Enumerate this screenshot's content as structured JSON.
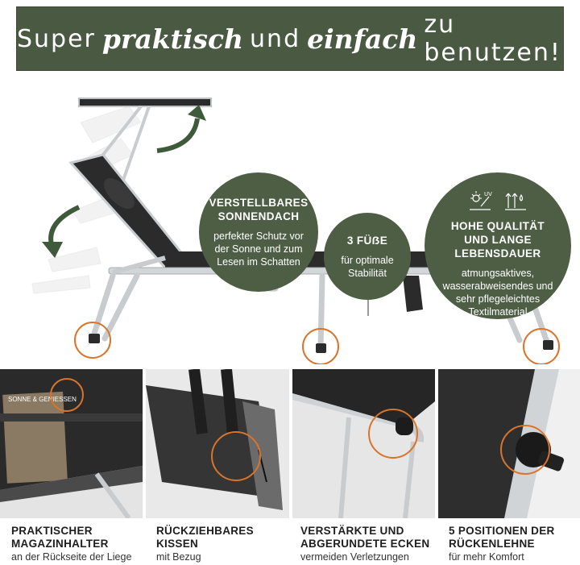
{
  "header": {
    "part1": "Super",
    "word1": "praktisch",
    "part2": "und",
    "word2": "einfach",
    "part3": "zu benutzen!"
  },
  "features": [
    {
      "title": "VERSTELLBARES SONNENDACH",
      "text": "perfekter Schutz vor der Sonne und zum Lesen im Schatten"
    },
    {
      "title": "3 FÜẞE",
      "text": "für optimale Stabilität"
    },
    {
      "title": "HOHE QUALITÄT UND LANGE LEBENSDAUER",
      "text": "atmungsaktives, wasserabweisendes und sehr pflegeleichtes Textilmaterial",
      "icons": [
        "uv-protection-icon",
        "water-repellent-icon"
      ]
    }
  ],
  "details": [
    {
      "title": "PRAKTISCHER MAGAZINHALTER",
      "text": "an der Rückseite der Liege",
      "magazine_text": "SONNE & GENIESSEN"
    },
    {
      "title": "RÜCKZIEHBARES KISSEN",
      "text": "mit Bezug"
    },
    {
      "title": "VERSTÄRKTE UND ABGERUNDETE ECKEN",
      "text": "vermeiden Verletzungen"
    },
    {
      "title": "5 POSITIONEN DER RÜCKENLEHNE",
      "text": "für mehr Komfort"
    }
  ],
  "colors": {
    "accent_green": "#4d5e45",
    "banner_green": "#4a5a42",
    "highlight_orange": "#d9742a",
    "fabric": "#2b2b2b",
    "frame": "#c9ccce"
  }
}
